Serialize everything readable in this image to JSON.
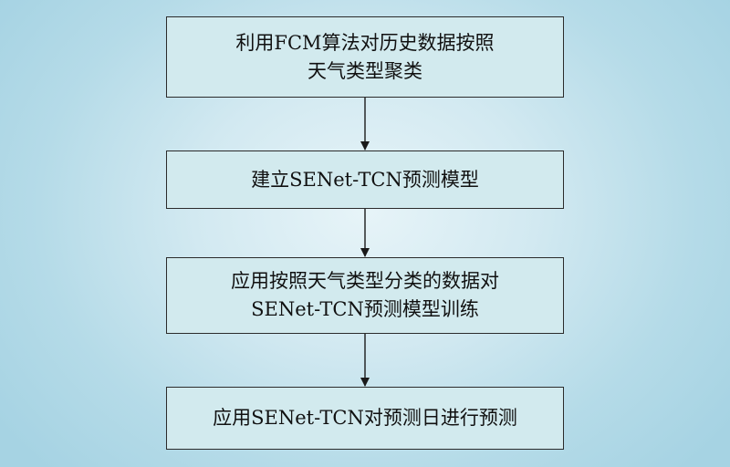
{
  "steps": [
    {
      "lines": [
        "利用FCM算法对历史数据按照",
        "天气类型聚类"
      ]
    },
    {
      "lines": [
        "建立SENet-TCN预测模型"
      ]
    },
    {
      "lines": [
        "应用按照天气类型分类的数据对",
        "SENet-TCN预测模型训练"
      ]
    },
    {
      "lines": [
        "应用SENet-TCN对预测日进行预测"
      ]
    }
  ],
  "colors": {
    "box_fill": "#d2eaee",
    "box_border": "#2b2b2b",
    "background_center": "#e7f4f8",
    "background_edge": "#a6d3e3"
  }
}
